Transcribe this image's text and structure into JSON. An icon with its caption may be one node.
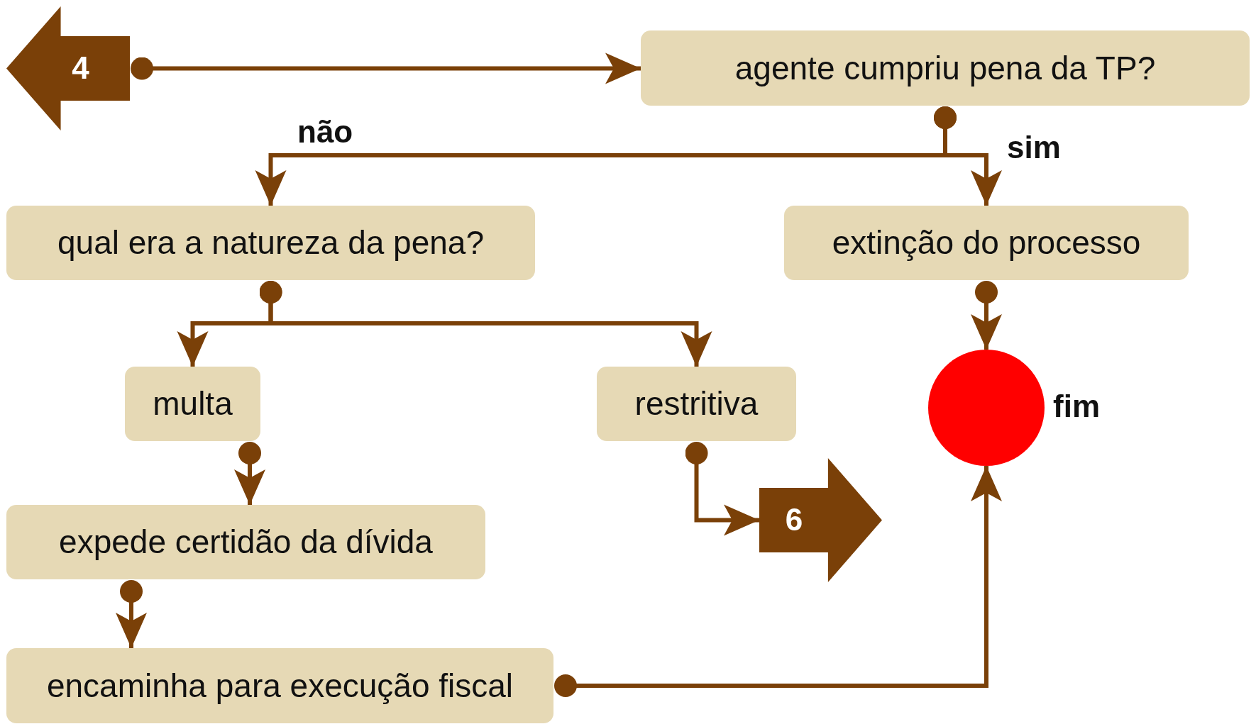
{
  "diagram": {
    "nodes": [
      {
        "text": [
          "4"
        ]
      },
      {
        "text": [
          "agente cumpriu pena da TP?"
        ]
      },
      {
        "text": [
          "qual era a natureza da pena?"
        ]
      },
      {
        "text": [
          "extinção do processo"
        ]
      },
      {
        "text": [
          "multa"
        ]
      },
      {
        "text": [
          "restritiva"
        ]
      },
      {
        "text": [],
        "shape": "circle",
        "beside": [
          "fim"
        ]
      },
      {
        "text": [
          "6"
        ]
      },
      {
        "text": [
          "expede certidão da dívida"
        ]
      },
      {
        "text": [
          "encaminha para execução fiscal"
        ]
      }
    ],
    "edges": [
      {
        "from": 0,
        "to": 1,
        "arrow": "to"
      },
      {
        "from": 1,
        "to": 2,
        "arrow": "to",
        "label": "não"
      },
      {
        "from": 1,
        "to": 3,
        "arrow": "to",
        "label": "sim"
      },
      {
        "from": 2,
        "to": 4,
        "arrow": "to"
      },
      {
        "from": 2,
        "to": 5,
        "arrow": "to"
      },
      {
        "from": 3,
        "to": 6,
        "arrow": "to"
      },
      {
        "from": 4,
        "to": 8,
        "arrow": "to"
      },
      {
        "from": 5,
        "to": 7,
        "arrow": "to"
      },
      {
        "from": 8,
        "to": 9,
        "arrow": "to"
      },
      {
        "from": 9,
        "to": 6,
        "arrow": "to"
      }
    ]
  }
}
